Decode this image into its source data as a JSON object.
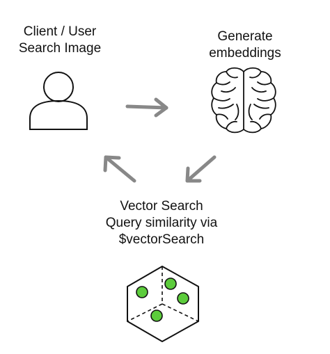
{
  "nodes": {
    "client": {
      "label_lines": [
        "Client / User",
        "Search Image"
      ],
      "icon": "user-icon"
    },
    "embeddings": {
      "label_lines": [
        "Generate",
        "embeddings"
      ],
      "icon": "brain-icon"
    },
    "vector_search": {
      "label_lines": [
        "Vector Search",
        "Query similarity via",
        "$vectorSearch"
      ],
      "icon": "vector-space-cube-icon"
    }
  },
  "edges": [
    {
      "from": "client",
      "to": "embeddings",
      "icon": "arrow-right-icon"
    },
    {
      "from": "embeddings",
      "to": "vector_search",
      "icon": "arrow-down-left-icon"
    },
    {
      "from": "vector_search",
      "to": "client",
      "icon": "arrow-up-left-icon"
    }
  ],
  "colors": {
    "ink": "#111111",
    "arrow": "#888888",
    "point": "#5ccc3c"
  }
}
